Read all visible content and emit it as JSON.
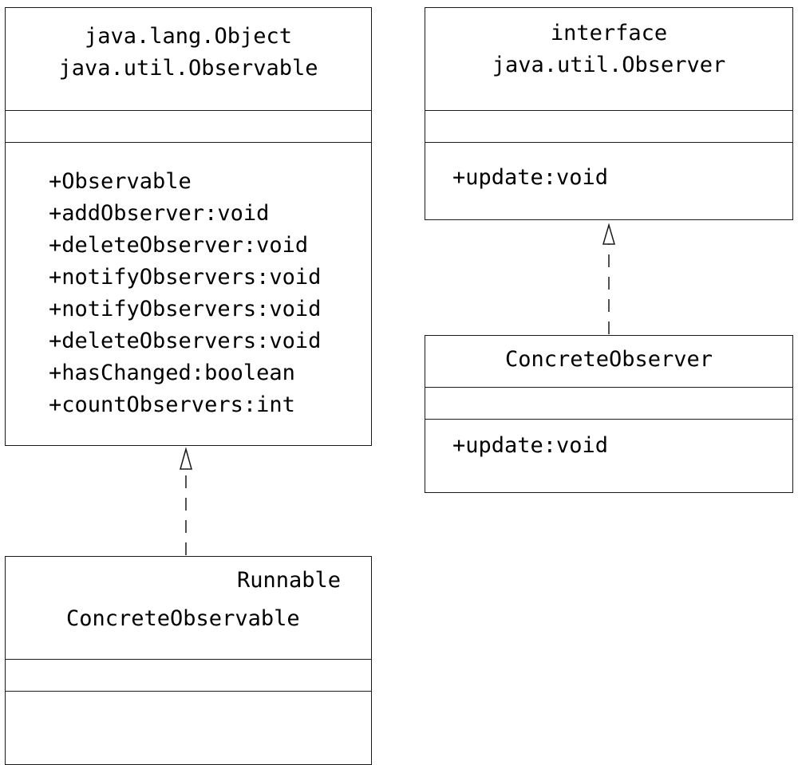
{
  "observable_class": {
    "header_lines": [
      "java.lang.Object",
      "java.util.Observable"
    ],
    "methods": [
      "+Observable",
      "+addObserver:void",
      "+deleteObserver:void",
      "+notifyObservers:void",
      "+notifyObservers:void",
      "+deleteObservers:void",
      "+hasChanged:boolean",
      "+countObservers:int"
    ]
  },
  "observer_interface": {
    "header_lines": [
      "interface",
      "java.util.Observer"
    ],
    "methods": [
      "+update:void"
    ]
  },
  "concrete_observer": {
    "header": "ConcreteObserver",
    "methods": [
      "+update:void"
    ]
  },
  "concrete_observable": {
    "stereotype": "Runnable",
    "header": "ConcreteObservable"
  }
}
